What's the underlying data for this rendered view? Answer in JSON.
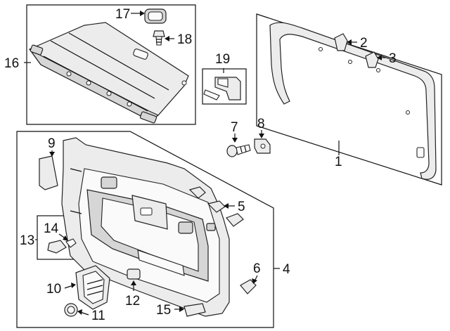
{
  "diagram": {
    "callouts": {
      "n1": "1",
      "n2": "2",
      "n3": "3",
      "n4": "4",
      "n5": "5",
      "n6": "6",
      "n7": "7",
      "n8": "8",
      "n9": "9",
      "n10": "10",
      "n11": "11",
      "n12": "12",
      "n13": "13",
      "n14": "14",
      "n15": "15",
      "n16": "16",
      "n17": "17",
      "n18": "18",
      "n19": "19"
    },
    "colors": {
      "line": "#111111",
      "part_fill": "#ececec",
      "background": "#ffffff"
    }
  }
}
